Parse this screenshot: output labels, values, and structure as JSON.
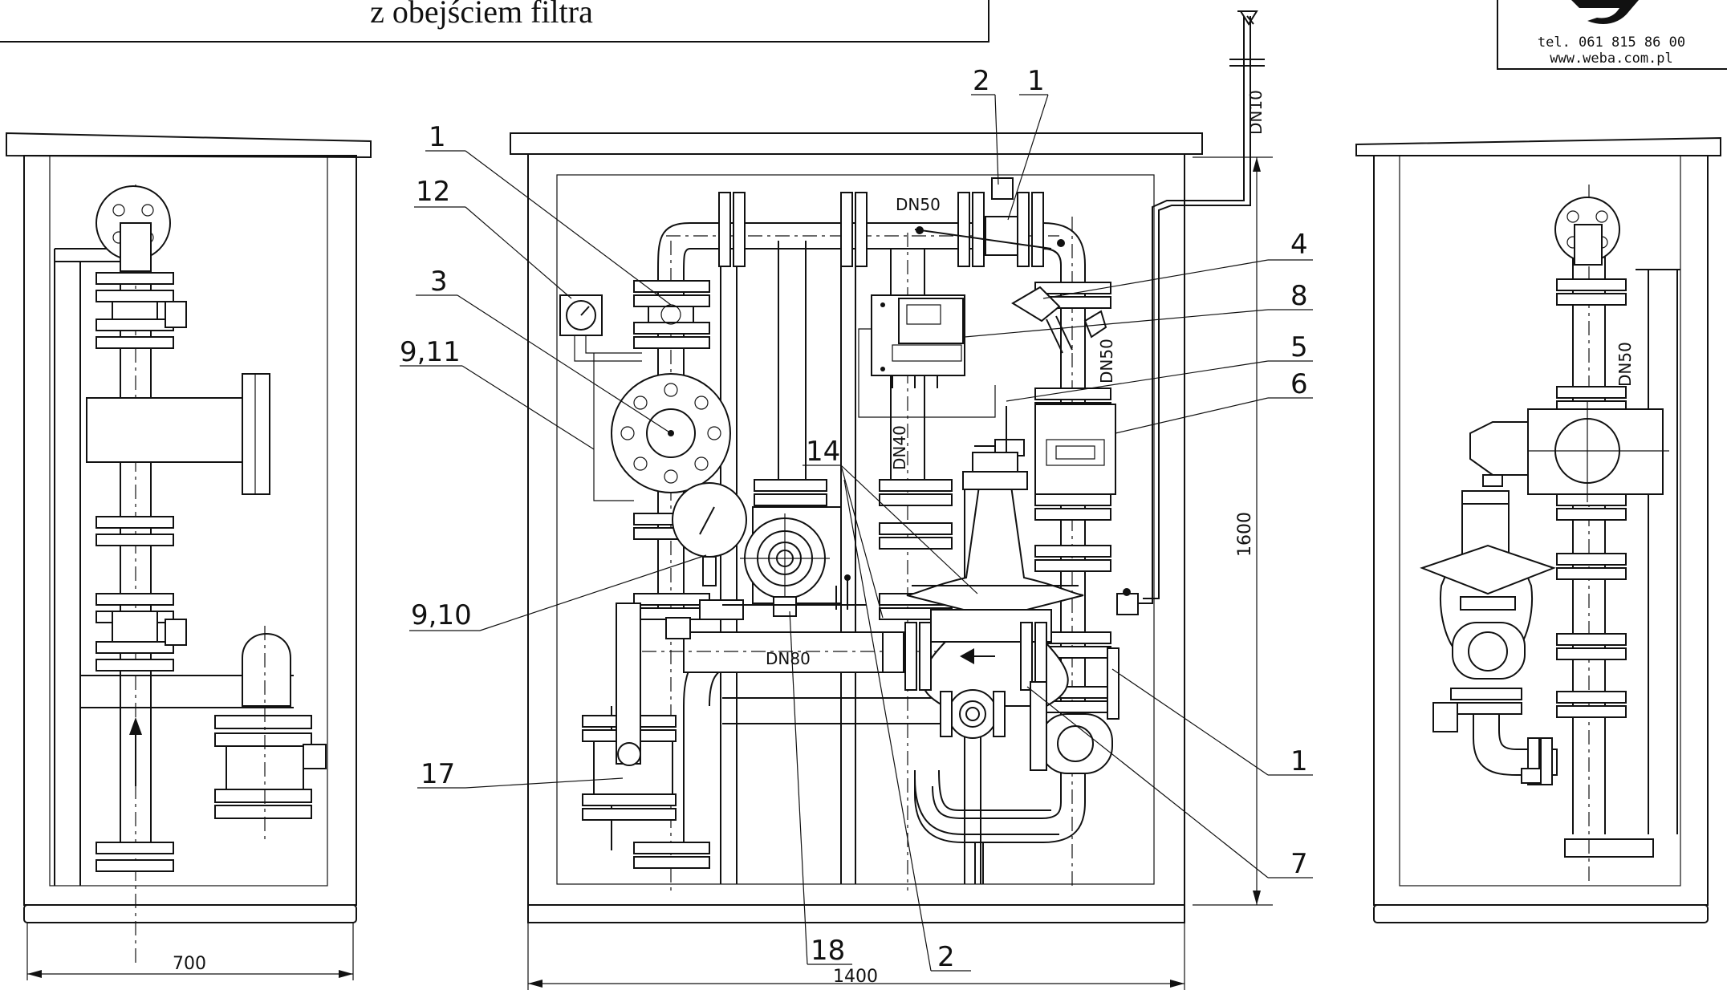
{
  "title_block": {
    "title_line": "z obejściem filtra"
  },
  "company": {
    "phone": "tel. 061 815 86 00",
    "website": "www.weba.com.pl"
  },
  "dimensions": {
    "left_width": "700",
    "main_width": "1400",
    "height": "1600"
  },
  "pipe_sizes": {
    "dn50_top": "DN50",
    "dn50_vertical": "DN50",
    "dn40": "DN40",
    "dn80": "DN80",
    "dn10": "DN10",
    "dn50_right": "DN50"
  },
  "callouts": {
    "c1_top_left": "1",
    "c12": "12",
    "c3": "3",
    "c9_11": "9,11",
    "c2_top": "2",
    "c1_top": "1",
    "c4": "4",
    "c8": "8",
    "c5": "5",
    "c6": "6",
    "c14": "14",
    "c9_10": "9,10",
    "c17": "17",
    "c1_right": "1",
    "c7": "7",
    "c18": "18",
    "c2_bottom": "2"
  }
}
